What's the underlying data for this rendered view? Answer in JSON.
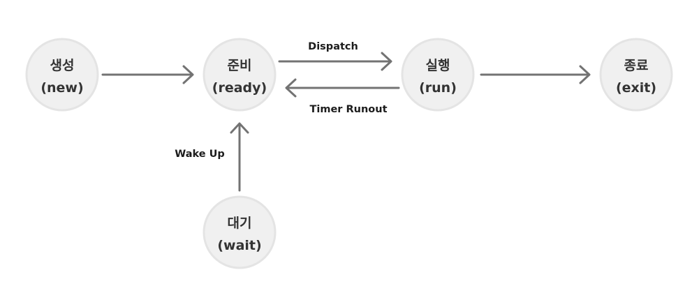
{
  "states": {
    "new": {
      "name": "생성",
      "code": "(new)"
    },
    "ready": {
      "name": "준비",
      "code": "(ready)"
    },
    "run": {
      "name": "실행",
      "code": "(run)"
    },
    "exit": {
      "name": "종료",
      "code": "(exit)"
    },
    "wait": {
      "name": "대기",
      "code": "(wait)"
    }
  },
  "transitions": {
    "dispatch": "Dispatch",
    "timer_runout": "Timer Runout",
    "wake_up": "Wake Up"
  }
}
